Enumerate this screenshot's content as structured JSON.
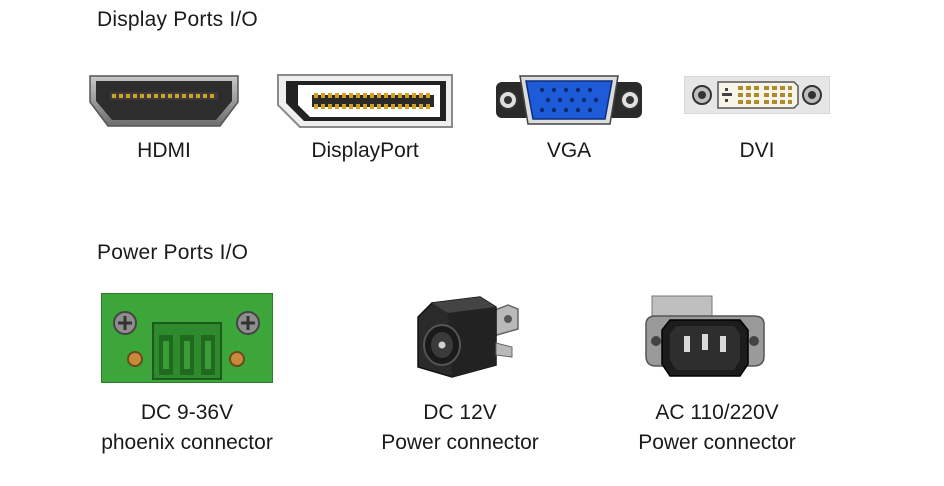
{
  "display_section": {
    "title": "Display Ports I/O",
    "ports": [
      {
        "name": "HDMI",
        "icon": "hdmi-port-icon"
      },
      {
        "name": "DisplayPort",
        "icon": "displayport-port-icon"
      },
      {
        "name": "VGA",
        "icon": "vga-port-icon"
      },
      {
        "name": "DVI",
        "icon": "dvi-port-icon"
      }
    ]
  },
  "power_section": {
    "title": "Power Ports I/O",
    "ports": [
      {
        "line1": "DC 9-36V",
        "line2": "phoenix connector",
        "icon": "phoenix-connector-icon"
      },
      {
        "line1": "DC 12V",
        "line2": "Power connector",
        "icon": "dc-jack-icon"
      },
      {
        "line1": "AC 110/220V",
        "line2": "Power connector",
        "icon": "ac-inlet-icon"
      }
    ]
  },
  "colors": {
    "vga_blue": "#1e5bd8",
    "phoenix_green": "#3da63a",
    "gold_pin": "#d4a020"
  }
}
